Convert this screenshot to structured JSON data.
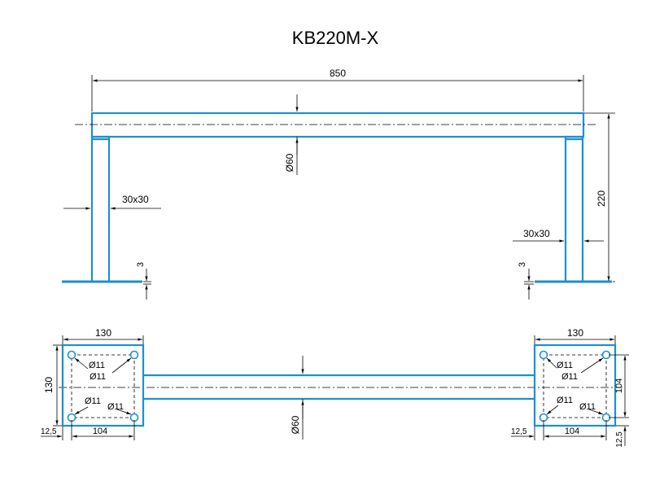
{
  "title": "KB220M-X",
  "dims": {
    "overall_length": "850",
    "pipe_diameter_top": "Ø60",
    "pipe_diameter_bottom": "Ø60",
    "post_left": "30x30",
    "post_right": "30x30",
    "height": "220",
    "plate_thickness_left": "3",
    "plate_thickness_right": "3",
    "plate_width_left": "130",
    "plate_width_right": "130",
    "plate_height_left": "130",
    "plate_height_right": "104",
    "hole_spacing_left": "104",
    "hole_spacing_right": "104",
    "edge_offset_left": "12,5",
    "edge_offset_right_h": "12,5",
    "edge_offset_right_v": "12,5",
    "hole_diameter": "Ø11"
  }
}
